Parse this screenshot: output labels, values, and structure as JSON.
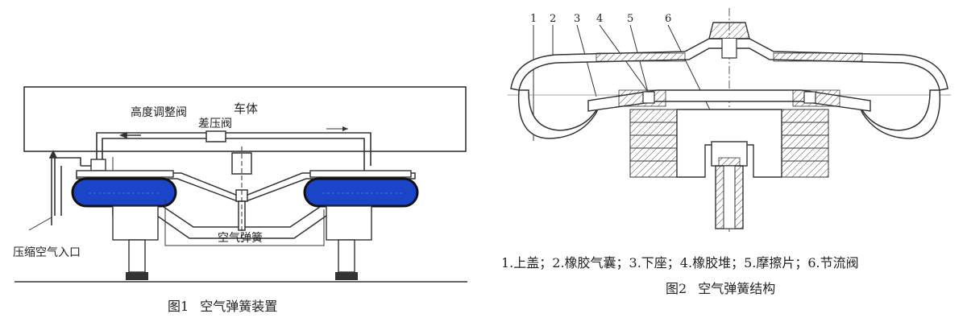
{
  "figure1": {
    "caption": {
      "number": "图1",
      "title": "空气弹簧装置"
    },
    "labels": {
      "car_body": "车体",
      "height_valve": "高度调整阀",
      "diff_pressure_valve": "差压阀",
      "air_spring": "空气弹簧",
      "air_inlet": "压缩空气入口"
    },
    "colors": {
      "bellows_fill": "#1a45c8",
      "bellows_outline": "#111111"
    }
  },
  "figure2": {
    "caption": {
      "number": "图2",
      "title": "空气弹簧结构"
    },
    "part_numbers": [
      "1",
      "2",
      "3",
      "4",
      "5",
      "6"
    ],
    "legend_text": "1.上盖；2.橡胶气囊；3.下座；4.橡胶堆；5.摩擦片；6.节流阀"
  }
}
